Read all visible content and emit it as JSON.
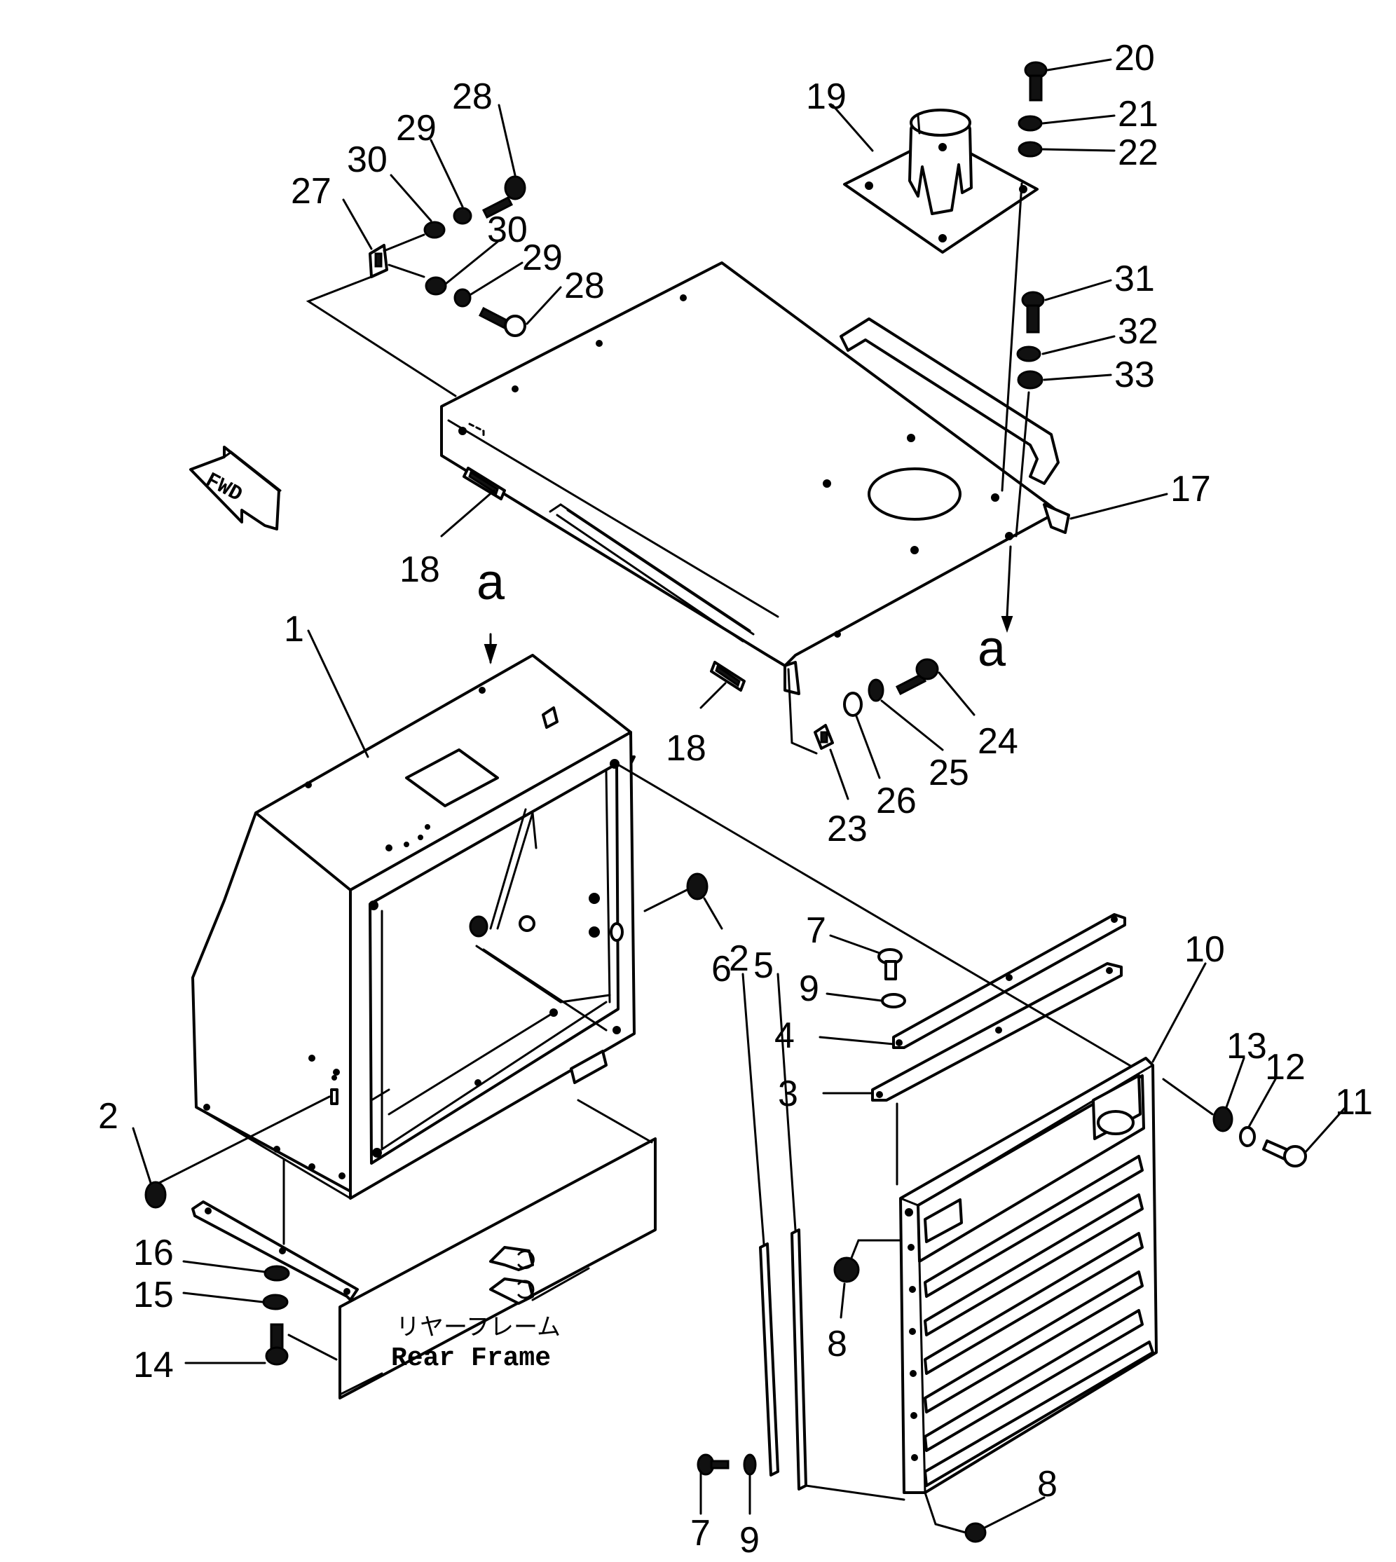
{
  "diagram": {
    "direction_arrow": {
      "label": "FWD",
      "icon": "fwd-arrow-icon"
    },
    "rear_frame": {
      "label_jp": "リヤーフレーム",
      "label_en": "Rear Frame"
    },
    "reference_marks": [
      "a",
      "a"
    ],
    "callouts": {
      "c1": "1",
      "c2a": "2",
      "c2b": "2",
      "c3": "3",
      "c4": "4",
      "c5": "5",
      "c6": "6",
      "c7a": "7",
      "c7b": "7",
      "c8a": "8",
      "c8b": "8",
      "c9a": "9",
      "c9b": "9",
      "c10": "10",
      "c11": "11",
      "c12": "12",
      "c13": "13",
      "c14": "14",
      "c15": "15",
      "c16": "16",
      "c17": "17",
      "c18a": "18",
      "c18b": "18",
      "c19": "19",
      "c20": "20",
      "c21": "21",
      "c22": "22",
      "c23": "23",
      "c24": "24",
      "c25": "25",
      "c26": "26",
      "c27": "27",
      "c28a": "28",
      "c28b": "28",
      "c29a": "29",
      "c29b": "29",
      "c30a": "30",
      "c30b": "30",
      "c31": "31",
      "c32": "32",
      "c33": "33"
    }
  }
}
